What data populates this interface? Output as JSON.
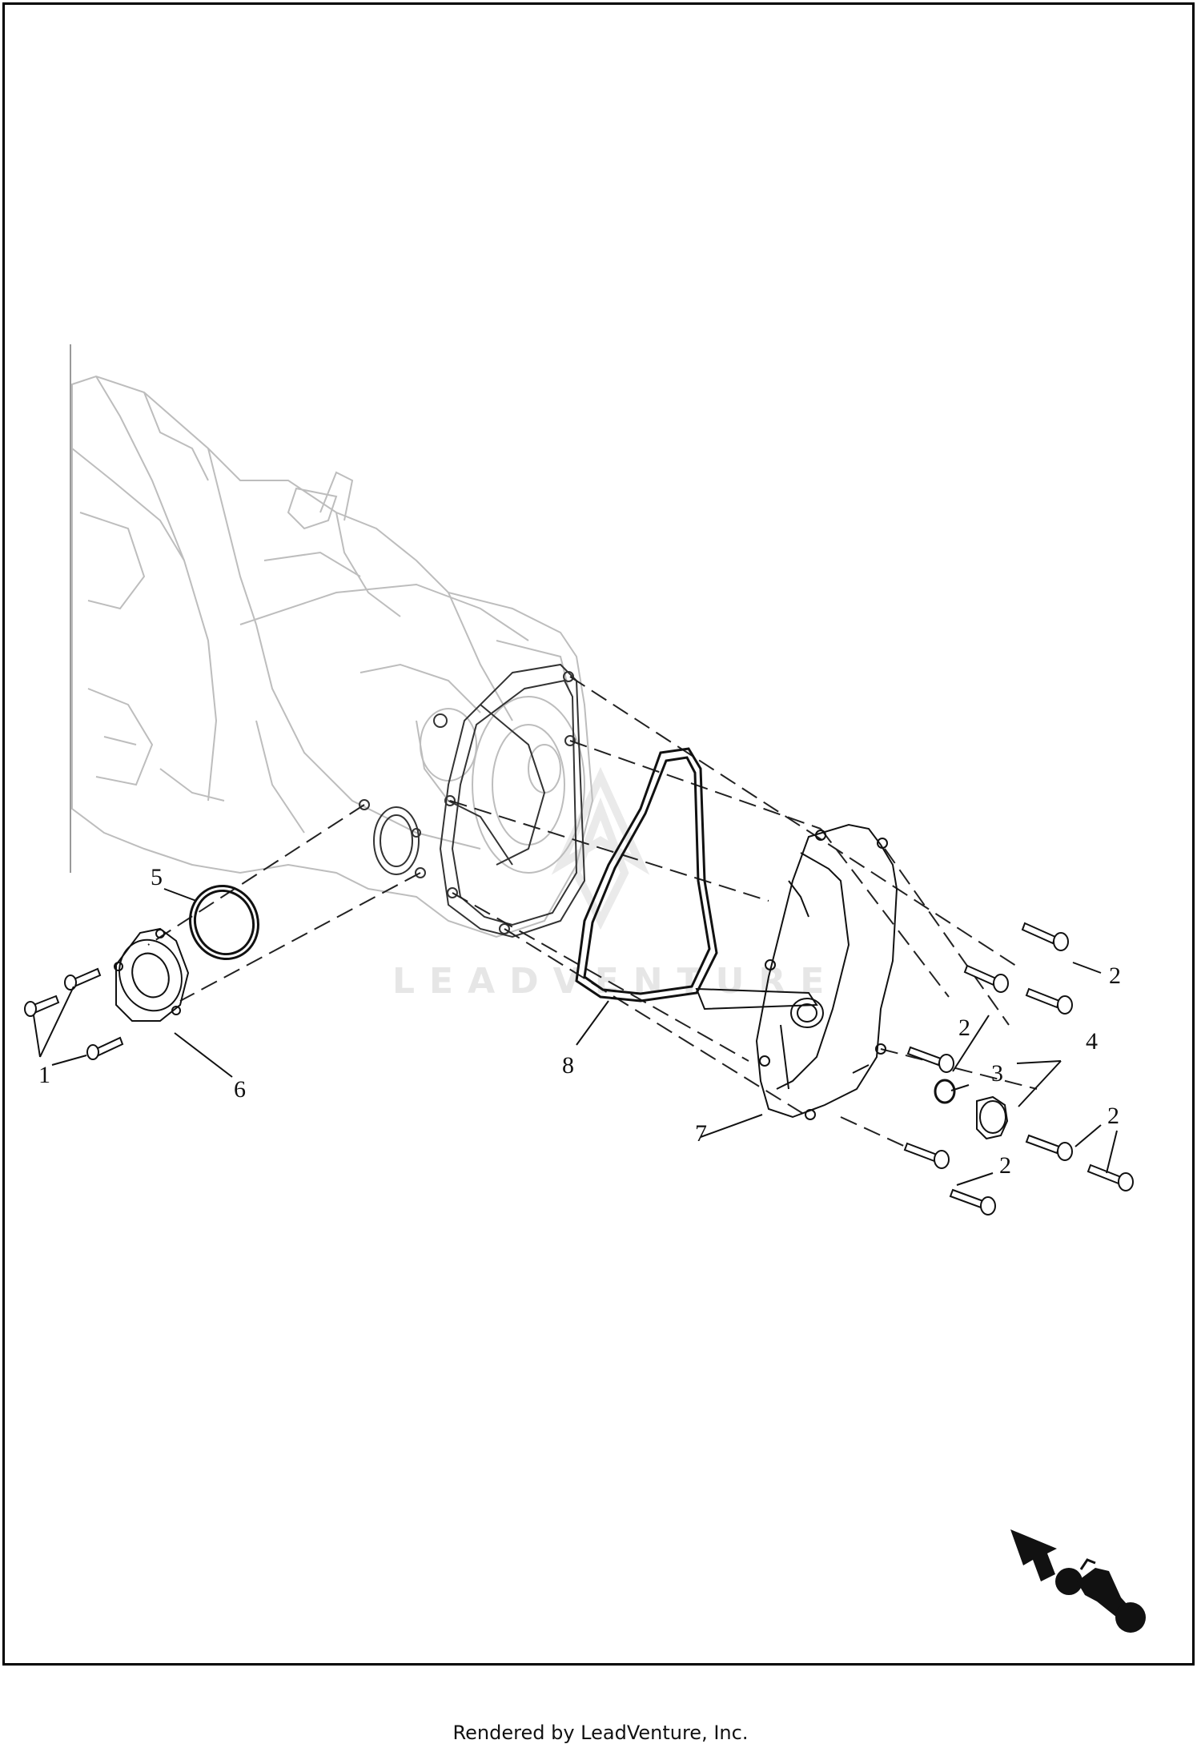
{
  "callouts": {
    "c1": "1",
    "c2a": "2",
    "c2b": "2",
    "c2c": "2",
    "c2d": "2",
    "c3": "3",
    "c4": "4",
    "c5": "5",
    "c6": "6",
    "c7": "7",
    "c8": "8"
  },
  "watermark": "LEADVENTURE",
  "footer": "Rendered by LeadVenture, Inc.",
  "colors": {
    "line": "#111111",
    "light": "#bdbdbd",
    "watermark": "#e6e6e6"
  }
}
